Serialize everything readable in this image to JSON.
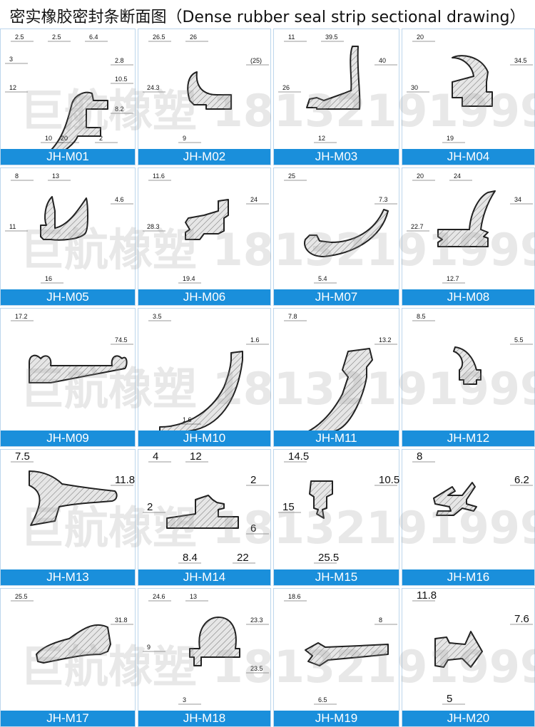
{
  "title": "密实橡胶密封条断面图（Dense rubber seal strip sectional drawing）",
  "watermark": "巨航橡塑 18132191999",
  "colors": {
    "label_bg": "#1a8fdb",
    "label_text": "#ffffff",
    "profile_fill": "#e6e6e6",
    "profile_stroke": "#222222"
  },
  "items": [
    {
      "code": "JH-M01",
      "dims": [
        "2.5",
        "2.8",
        "10",
        "12",
        "2.5",
        "8.2",
        "2",
        "3",
        "6.4",
        "10.5",
        "20"
      ]
    },
    {
      "code": "JH-M02",
      "dims": [
        "26.5",
        "(25)",
        "9",
        "24.3",
        "26"
      ]
    },
    {
      "code": "JH-M03",
      "dims": [
        "11",
        "40",
        "12",
        "26",
        "39.5"
      ]
    },
    {
      "code": "JH-M04",
      "dims": [
        "20",
        "34.5",
        "19",
        "30"
      ]
    },
    {
      "code": "JH-M05",
      "dims": [
        "8",
        "4.6",
        "16",
        "11",
        "13"
      ]
    },
    {
      "code": "JH-M06",
      "dims": [
        "11.6",
        "24",
        "19.4",
        "28.3"
      ]
    },
    {
      "code": "JH-M07",
      "dims": [
        "25",
        "7.3",
        "5.4"
      ]
    },
    {
      "code": "JH-M08",
      "dims": [
        "20",
        "34",
        "12.7",
        "22.7",
        "24"
      ]
    },
    {
      "code": "JH-M09",
      "dims": [
        "17.2",
        "74.5"
      ]
    },
    {
      "code": "JH-M10",
      "dims": [
        "3.5",
        "1.6",
        "1.6"
      ]
    },
    {
      "code": "JH-M11",
      "dims": [
        "7.8",
        "13.2"
      ]
    },
    {
      "code": "JH-M12",
      "dims": [
        "8.5",
        "5.5"
      ]
    },
    {
      "code": "JH-M13",
      "dims": [
        "7.5",
        "11.8"
      ]
    },
    {
      "code": "JH-M14",
      "dims": [
        "4",
        "2",
        "8.4",
        "2",
        "12",
        "6",
        "22"
      ]
    },
    {
      "code": "JH-M15",
      "dims": [
        "14.5",
        "10.5",
        "25.5",
        "15"
      ]
    },
    {
      "code": "JH-M16",
      "dims": [
        "8",
        "6.2"
      ]
    },
    {
      "code": "JH-M17",
      "dims": [
        "25.5",
        "31.8"
      ]
    },
    {
      "code": "JH-M18",
      "dims": [
        "24.6",
        "23.3",
        "3",
        "9",
        "13",
        "23.5"
      ]
    },
    {
      "code": "JH-M19",
      "dims": [
        "18.6",
        "8",
        "6.5"
      ]
    },
    {
      "code": "JH-M20",
      "dims": [
        "11.8",
        "7.6",
        "5"
      ]
    }
  ]
}
